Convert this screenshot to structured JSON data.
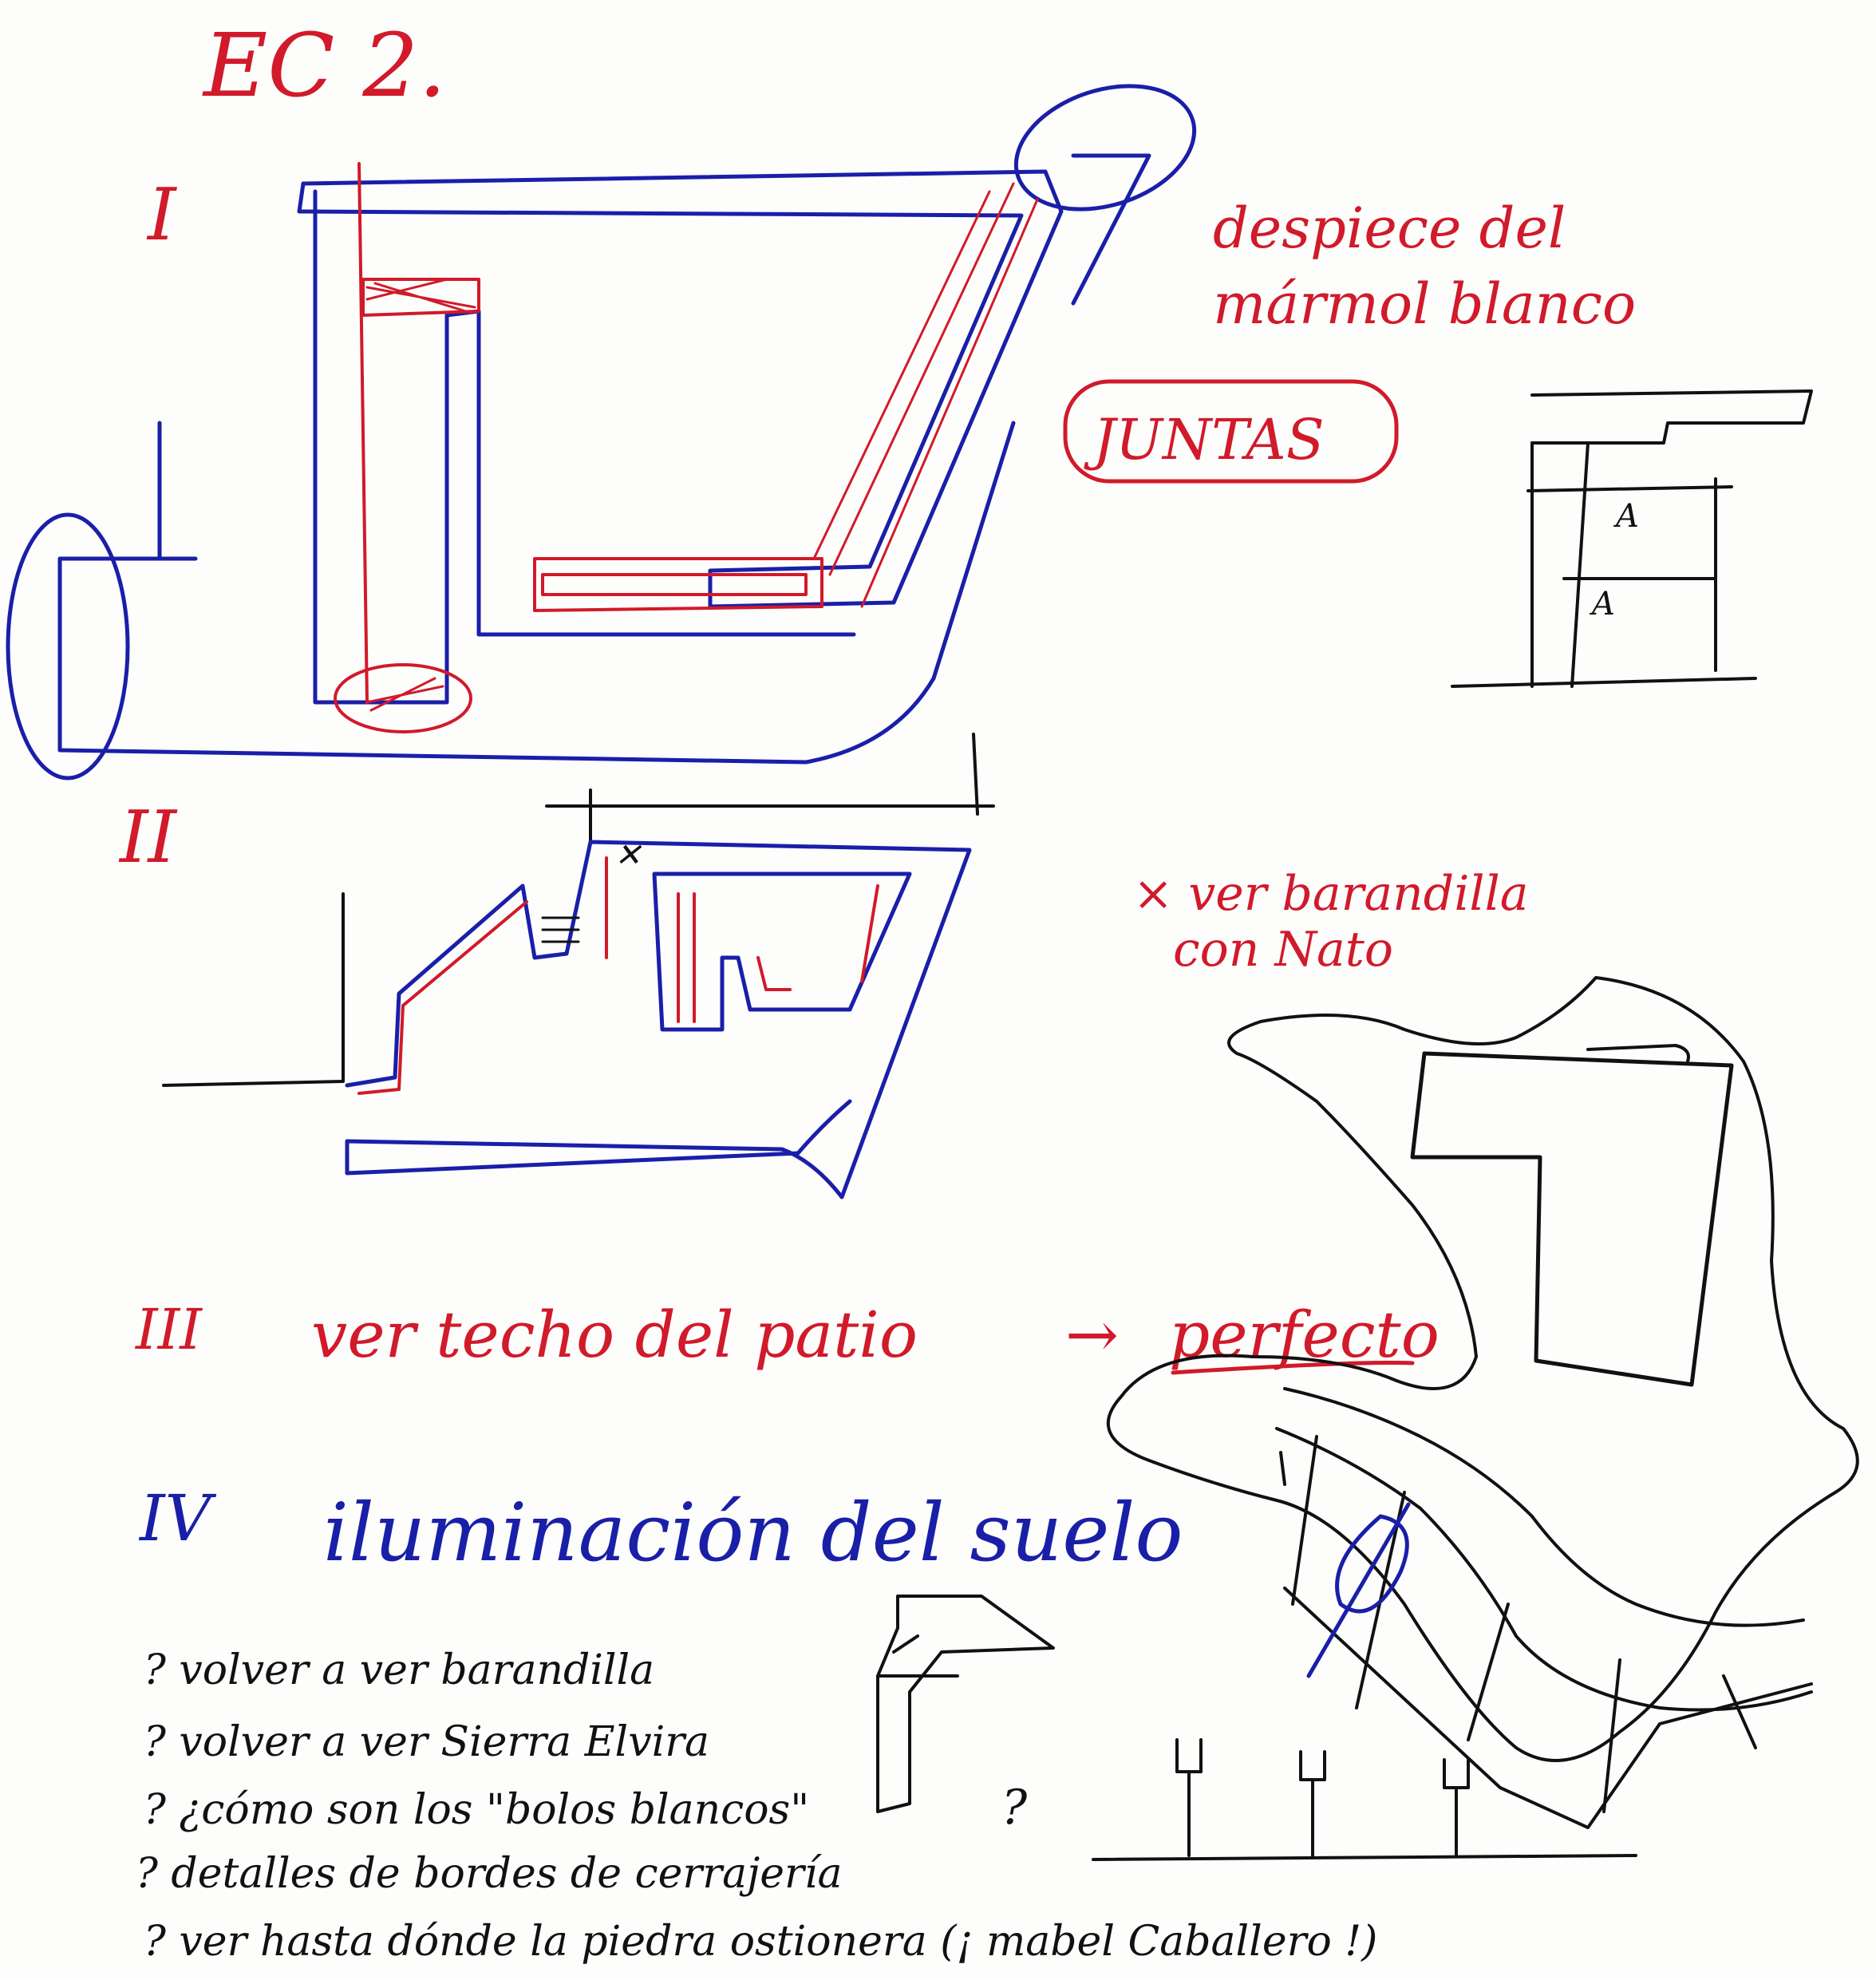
{
  "colors": {
    "red_ink": "#d11a2a",
    "blue_ink": "#1a1fa8",
    "black_ink": "#111111",
    "paper": "#fdfdfc"
  },
  "page": {
    "title": "EC 2.",
    "sections": {
      "s1": "I",
      "s2": "II",
      "s3": "III",
      "s4": "IV"
    },
    "notes": {
      "despiece": "despiece del",
      "marmol": "mármol blanco",
      "juntas": "JUNTAS",
      "ver_barandilla": "× ver barandilla",
      "con_nato": "con Nato",
      "techo": "ver techo del patio",
      "arrow": "→",
      "perfecto": "perfecto",
      "iluminacion": "iluminación del suelo",
      "joint_label_1": "A",
      "joint_label_2": "A"
    },
    "questions": [
      "? volver a ver barandilla",
      "? volver a ver Sierra Elvira",
      "? ¿cómo son los \"bolos blancos\"",
      "? detalles de bordes de cerrajería",
      "? ver hasta dónde la piedra ostionera (¡ mabel Caballero !)"
    ],
    "question_mark": "?"
  }
}
